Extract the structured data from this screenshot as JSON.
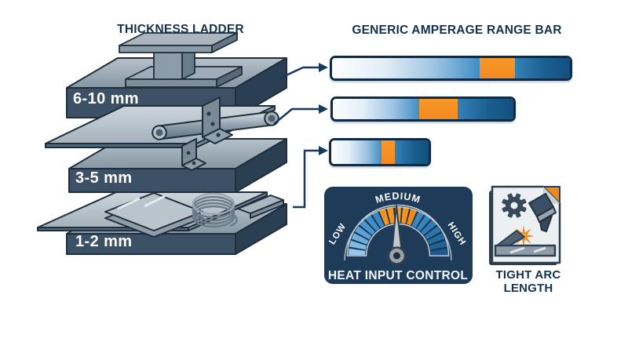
{
  "titles": {
    "ladder": "THICKNESS LADDER",
    "amperage": "GENERIC AMPERAGE RANGE BAR"
  },
  "ladder": {
    "tiers": [
      {
        "label": "6-10 mm",
        "item_icons": [
          "i-beam-icon",
          "thick-plate-icon"
        ]
      },
      {
        "label": "3-5 mm",
        "item_icons": [
          "sheet-icon",
          "pipe-icon",
          "angle-bracket-icon"
        ]
      },
      {
        "label": "1-2 mm",
        "item_icons": [
          "thin-sheet-icon",
          "wire-coil-icon",
          "flat-strip-icon"
        ]
      }
    ]
  },
  "amperage_bars": [
    {
      "tier": "6-10 mm",
      "length_pct": 100,
      "sweet_start_pct": 62,
      "sweet_end_pct": 77
    },
    {
      "tier": "3-5 mm",
      "length_pct": 76,
      "sweet_start_pct": 48,
      "sweet_end_pct": 69
    },
    {
      "tier": "1-2 mm",
      "length_pct": 41,
      "sweet_start_pct": 52,
      "sweet_end_pct": 65
    }
  ],
  "gauge": {
    "title": "HEAT INPUT CONTROL",
    "low": "LOW",
    "medium": "MEDIUM",
    "high": "HIGH",
    "segment_colors": [
      "#93c7e9",
      "#7fbae3",
      "#6caddc",
      "#5aa1d4",
      "#4b97cd",
      "#408ec7",
      "#3a88c2",
      "#f5941f",
      "#f5941f",
      "#f69d22",
      "#f5941f",
      "#f28a1c",
      "#3a88c2",
      "#3582bc",
      "#307bb3",
      "#2b73a9",
      "#276b9f",
      "#226295",
      "#1e598b"
    ]
  },
  "arc_card": {
    "label": "TIGHT ARC LENGTH"
  },
  "colors": {
    "navy_text": "#16314e",
    "bar_border": "#0d2b47",
    "orange": "#f5891e",
    "panel_navy": "#1e3c5a",
    "arrow": "#17395d"
  }
}
